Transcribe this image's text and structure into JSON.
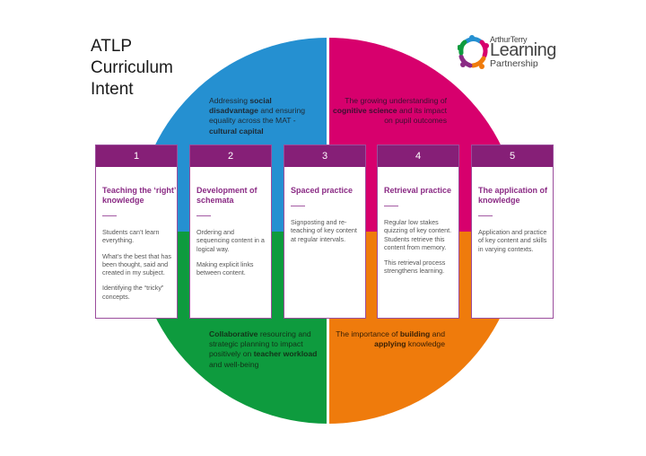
{
  "title": {
    "lines": [
      "ATLP",
      "Curriculum",
      "Intent"
    ]
  },
  "logo": {
    "line1": "ArthurTerry",
    "line2": "Learning",
    "line3": "Partnership",
    "icon": "people-circle-icon"
  },
  "colors": {
    "blue": "#2590d1",
    "magenta": "#d7006d",
    "green": "#0e9b3e",
    "orange": "#ef7b0c",
    "card_header": "#861f77",
    "card_title": "#8a2a84"
  },
  "quadrants": {
    "top_left": {
      "parts": [
        {
          "text": "Addressing ",
          "bold": false
        },
        {
          "text": "social disadvantage",
          "bold": true
        },
        {
          "text": " and ensuring equality across the MAT - ",
          "bold": false
        },
        {
          "text": "cultural capital",
          "bold": true
        }
      ]
    },
    "top_right": {
      "parts": [
        {
          "text": "The growing understanding of ",
          "bold": false
        },
        {
          "text": "cognitive science",
          "bold": true
        },
        {
          "text": " and its impact on pupil outcomes",
          "bold": false
        }
      ]
    },
    "bottom_left": {
      "parts": [
        {
          "text": "Collaborative",
          "bold": true
        },
        {
          "text": " resourcing and strategic planning to impact positively on ",
          "bold": false
        },
        {
          "text": "teacher workload",
          "bold": true
        },
        {
          "text": " and well-being",
          "bold": false
        }
      ]
    },
    "bottom_right": {
      "parts": [
        {
          "text": "The importance of ",
          "bold": false
        },
        {
          "text": "building",
          "bold": true
        },
        {
          "text": " and ",
          "bold": false
        },
        {
          "text": "applying",
          "bold": true
        },
        {
          "text": " knowledge",
          "bold": false
        }
      ]
    }
  },
  "cards": [
    {
      "number": "1",
      "title": "Teaching the ‘right’ knowledge",
      "paragraphs": [
        "Students can’t learn everything.",
        "What’s the best that has been thought, said and created in my subject.",
        "Identifying the “tricky” concepts."
      ]
    },
    {
      "number": "2",
      "title": "Development of schemata",
      "paragraphs": [
        "Ordering and sequencing content in a logical way.",
        "Making explicit links between content."
      ]
    },
    {
      "number": "3",
      "title": "Spaced practice",
      "paragraphs": [
        "Signposting and re-teaching of key content at regular intervals."
      ]
    },
    {
      "number": "4",
      "title": "Retrieval practice",
      "paragraphs": [
        "Regular low stakes quizzing of key content. Students retrieve this content from memory.",
        "This retrieval process strengthens learning."
      ]
    },
    {
      "number": "5",
      "title": "The application of knowledge",
      "paragraphs": [
        "Application and practice of key content and skills in varying contexts."
      ]
    }
  ]
}
